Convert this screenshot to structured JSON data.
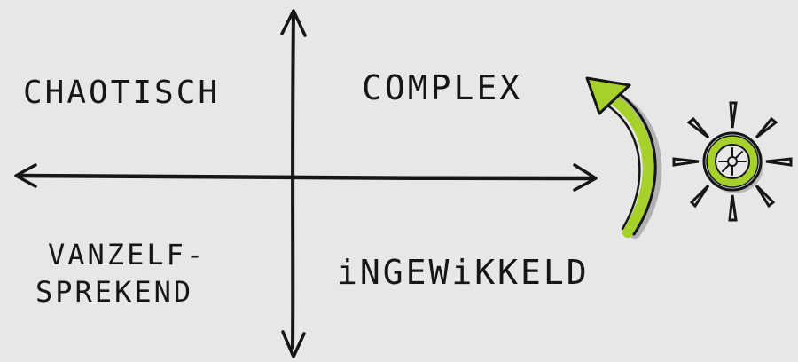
{
  "diagram": {
    "quadrants": {
      "top_left": "CHAOTISCH",
      "top_right": "COMPLEX",
      "bottom_left_line1": "VANZELF-",
      "bottom_left_line2": "SPREKEND",
      "bottom_right": "iNGEWiKKELD"
    },
    "colors": {
      "background": "#e7e7e7",
      "ink": "#161616",
      "accent": "#a6d12a",
      "shadow": "#9a9a9a"
    },
    "icons": {
      "curved_arrow": "curved-arrow-icon",
      "sun": "sun-icon"
    }
  }
}
